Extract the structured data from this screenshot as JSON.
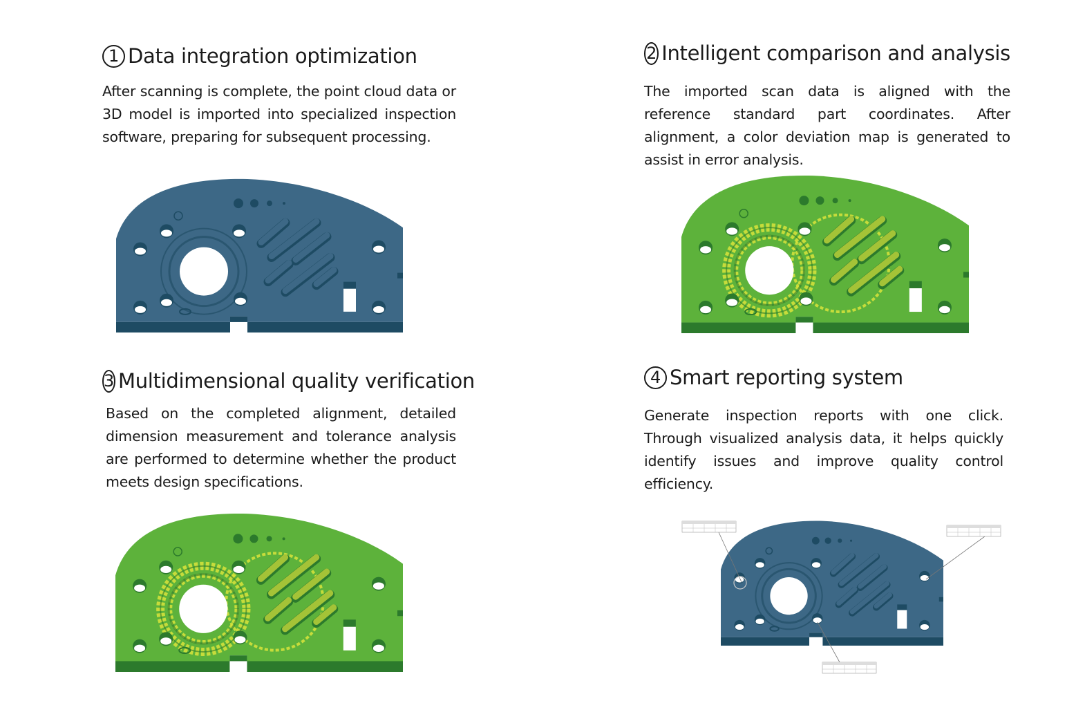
{
  "sections": [
    {
      "number": "1",
      "title": "Data integration optimization",
      "body": "After scanning is complete, the point cloud data or 3D model is imported into specialized inspection software, preparing for subsequent processing.",
      "image": "blue-scan-model"
    },
    {
      "number": "2",
      "title": "Intelligent comparison and analysis",
      "body": "The imported scan data is aligned with the reference standard part coordinates. After alignment, a color deviation map is generated to assist in error analysis.",
      "image": "color-deviation-map"
    },
    {
      "number": "3",
      "title": "Multidimensional quality verification",
      "body": "Based on the completed alignment, detailed dimension measurement and tolerance analysis are performed to determine whether the product meets design specifications.",
      "image": "color-deviation-map-with-annotations"
    },
    {
      "number": "4",
      "title": "Smart reporting system",
      "body": "Generate inspection reports with one click. Through visualized analysis data, it helps quickly identify issues and improve quality control efficiency.",
      "image": "report-callouts-model"
    }
  ],
  "colors": {
    "blue": "#3d6886",
    "blue_dark": "#1e4b63",
    "green": "#5db23b",
    "green_dark": "#2c7a2c",
    "yellow": "#d8e33c"
  }
}
